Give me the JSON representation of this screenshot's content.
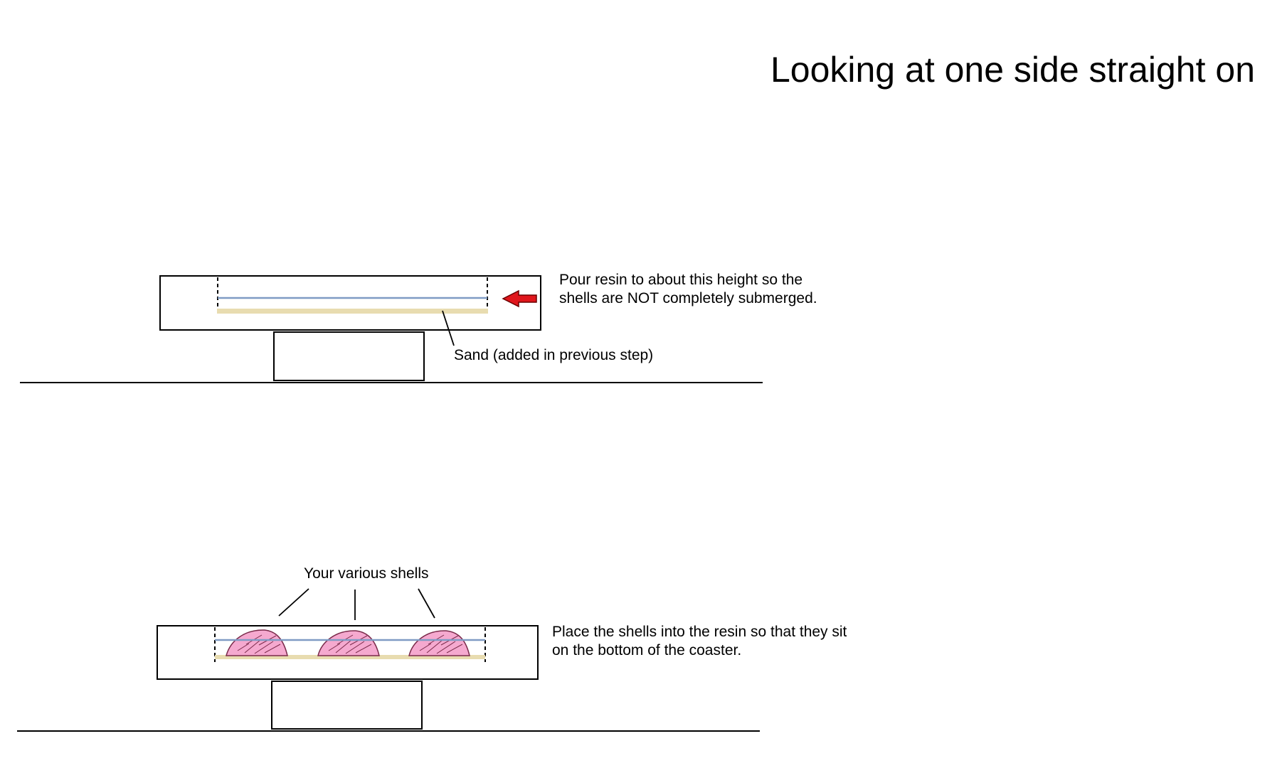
{
  "title": "Looking at one side straight on",
  "step1": {
    "note_line1": "Pour resin to about this height so the",
    "note_line2": "shells are NOT completely submerged.",
    "sand_label": "Sand (added in previous step)"
  },
  "step2": {
    "shells_label": "Your various shells",
    "note_line1": "Place the shells into the resin so that they sit",
    "note_line2": "on the bottom of the coaster."
  },
  "colors": {
    "outline": "#000000",
    "resin_line": "#7f9bc4",
    "sand": "#e8dcb0",
    "shell_fill": "#f5a9cf",
    "shell_stroke": "#7a2a4a",
    "arrow": "#e0161c",
    "background": "#ffffff"
  },
  "icons": {
    "arrow": "left-arrow-icon",
    "shell": "shell-icon"
  }
}
